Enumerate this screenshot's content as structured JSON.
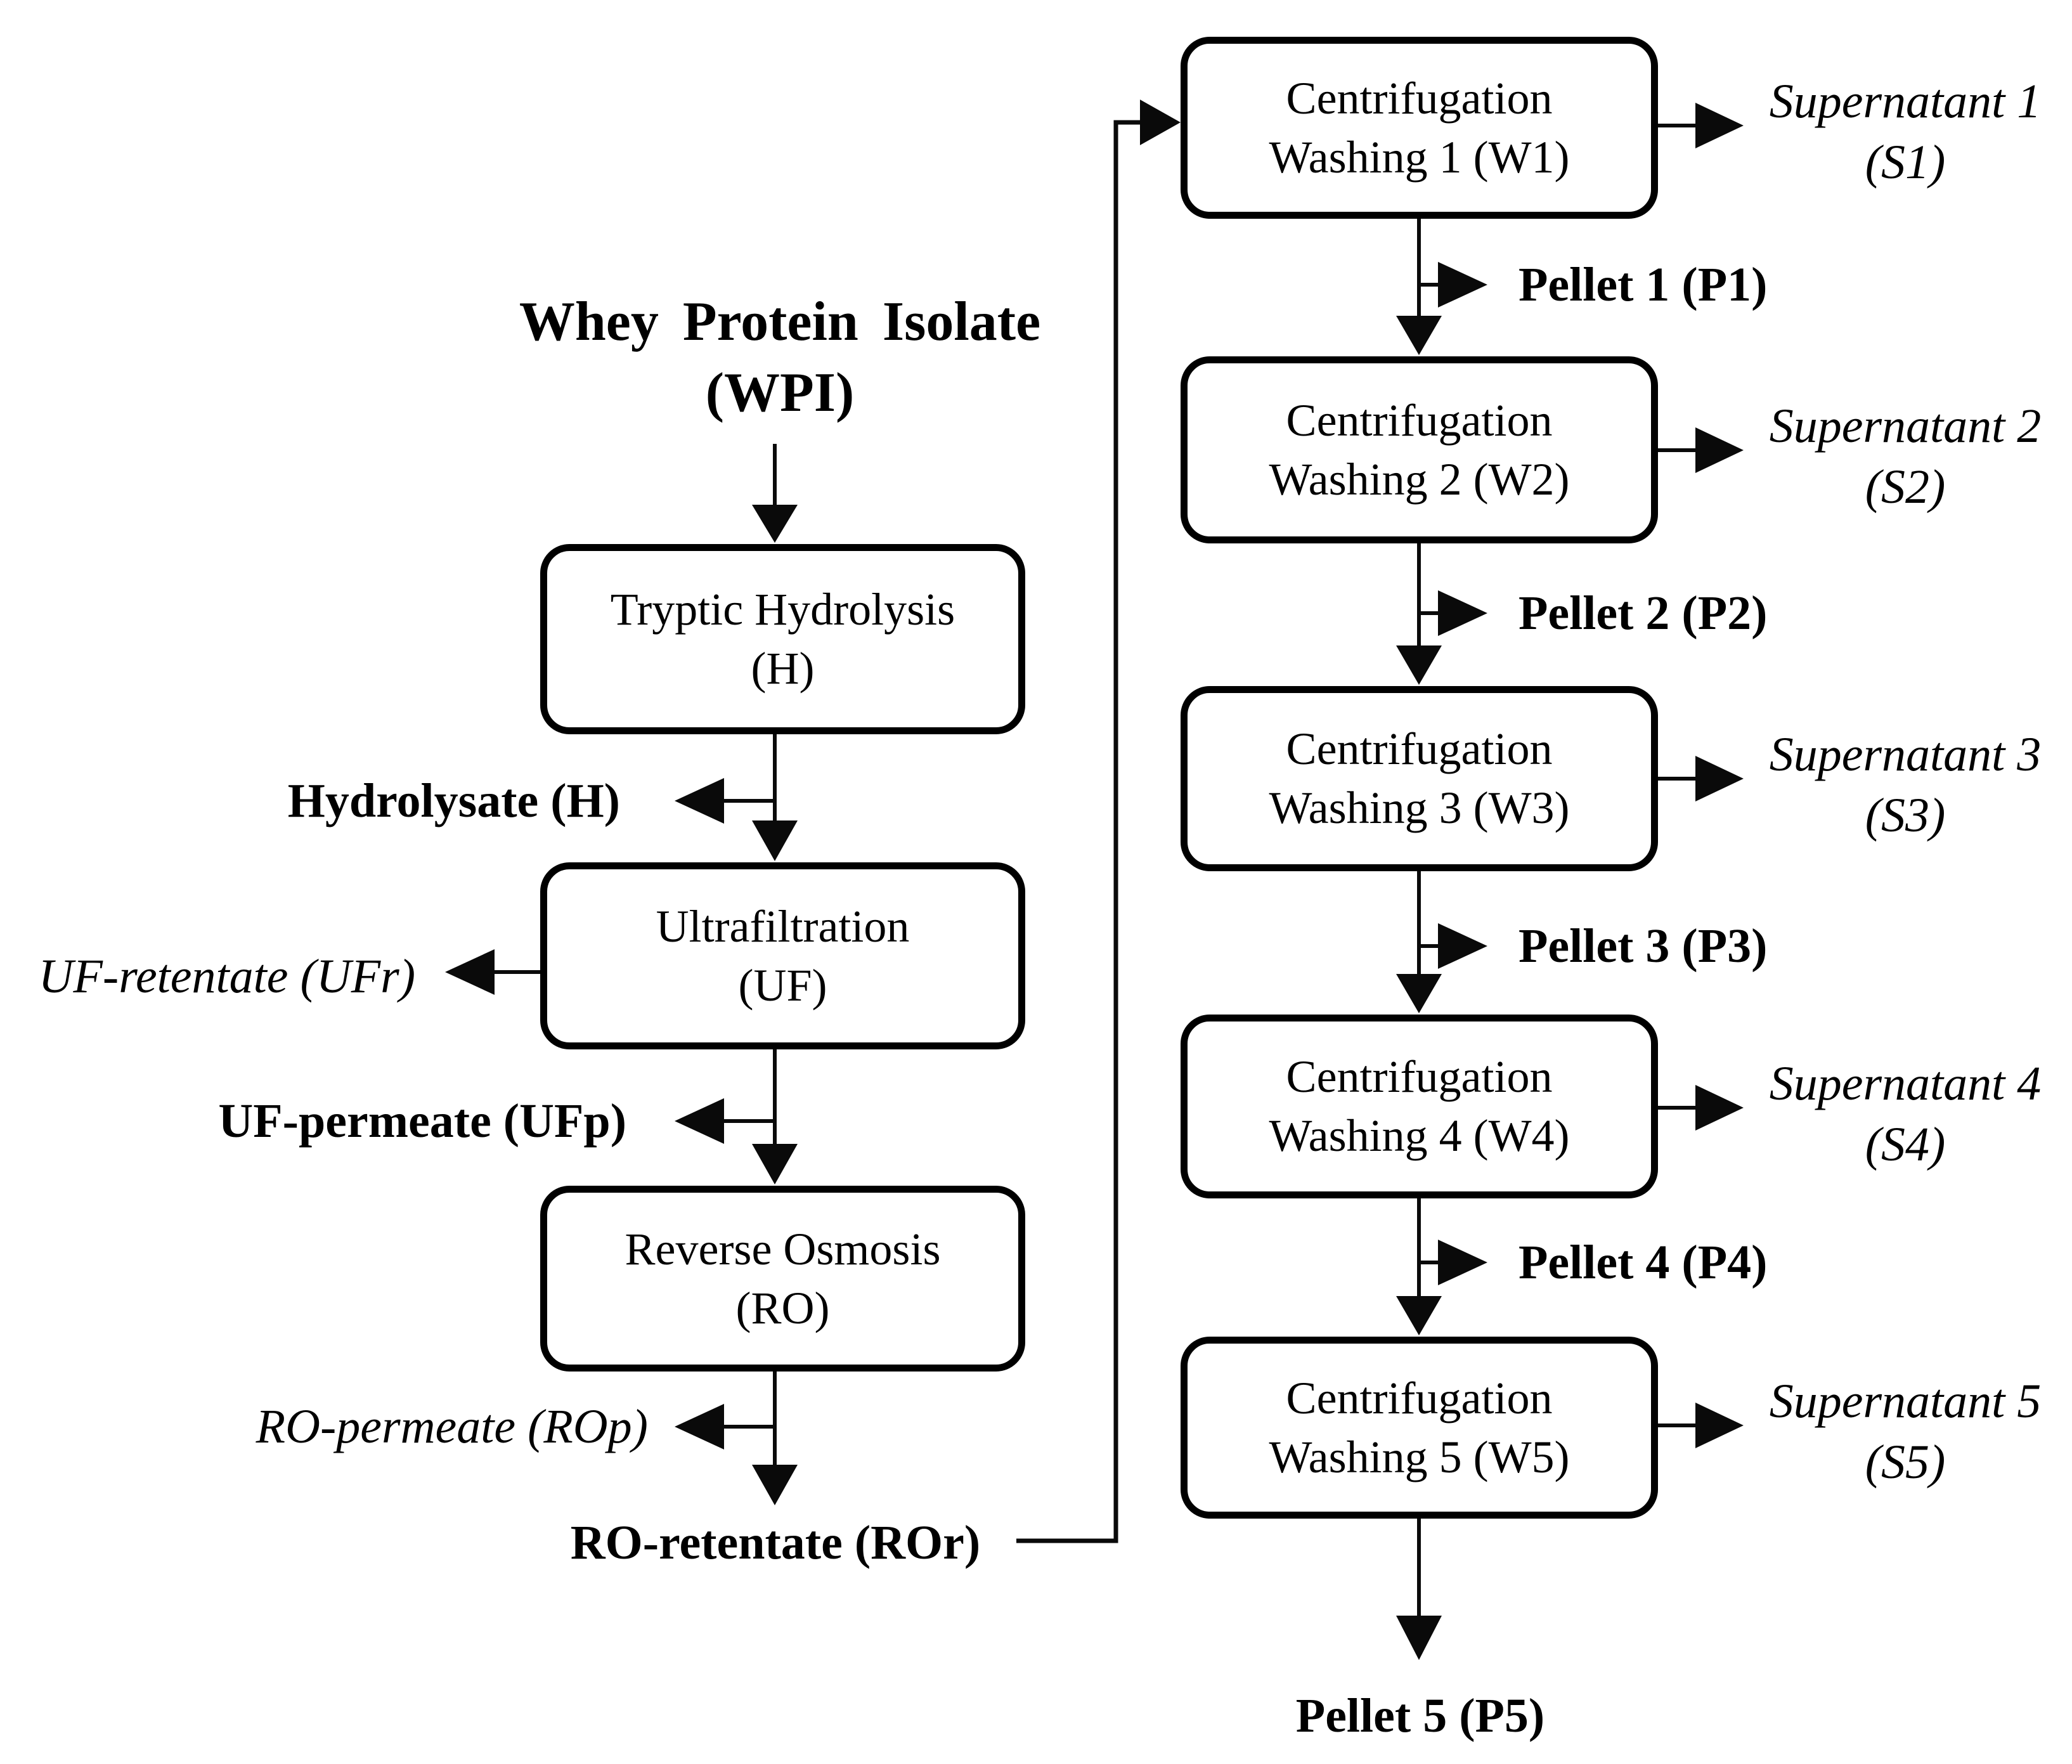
{
  "figure": {
    "source": {
      "line1": "Whey Protein Isolate",
      "line2": "(WPI)"
    },
    "process": [
      {
        "line1": "Tryptic Hydrolysis",
        "line2": "(H)"
      },
      {
        "line1": "Ultrafiltration",
        "line2": "(UF)"
      },
      {
        "line1": "Reverse Osmosis",
        "line2": "(RO)"
      }
    ],
    "streams": {
      "hydrolysate": "Hydrolysate (H)",
      "uf_retentate": "UF-retentate (UFr)",
      "uf_permeate": "UF-permeate (UFp)",
      "ro_permeate": "RO-permeate (ROp)",
      "ro_retentate": "RO-retentate (ROr)"
    },
    "washing": [
      {
        "line1": "Centrifugation",
        "line2": "Washing 1 (W1)"
      },
      {
        "line1": "Centrifugation",
        "line2": "Washing 2 (W2)"
      },
      {
        "line1": "Centrifugation",
        "line2": "Washing 3 (W3)"
      },
      {
        "line1": "Centrifugation",
        "line2": "Washing 4 (W4)"
      },
      {
        "line1": "Centrifugation",
        "line2": "Washing 5 (W5)"
      }
    ],
    "supernatants": [
      {
        "line1": "Supernatant 1",
        "line2": "(S1)"
      },
      {
        "line1": "Supernatant 2",
        "line2": "(S2)"
      },
      {
        "line1": "Supernatant 3",
        "line2": "(S3)"
      },
      {
        "line1": "Supernatant 4",
        "line2": "(S4)"
      },
      {
        "line1": "Supernatant 5",
        "line2": "(S5)"
      }
    ],
    "pellets": [
      "Pellet 1 (P1)",
      "Pellet 2 (P2)",
      "Pellet 3 (P3)",
      "Pellet 4 (P4)"
    ],
    "final_pellet": "Pellet 5 (P5)",
    "colors": {
      "ink": "#000000",
      "background": "#ffffff"
    }
  }
}
